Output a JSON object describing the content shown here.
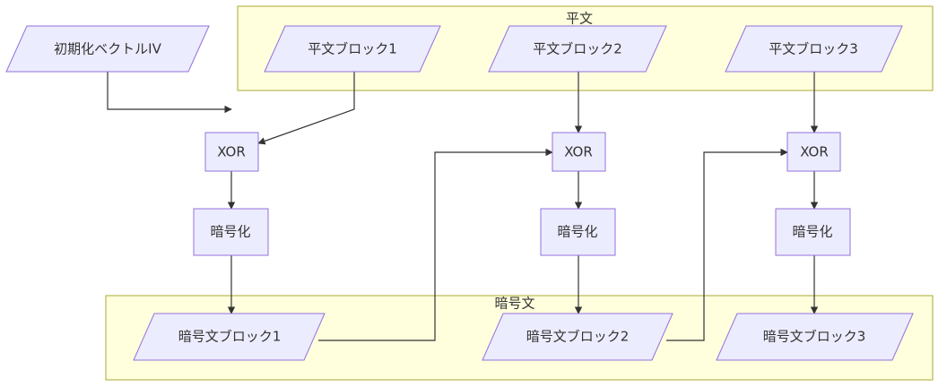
{
  "diagram": {
    "type": "flowchart",
    "clusters": {
      "plaintext": {
        "label": "平文"
      },
      "ciphertext": {
        "label": "暗号文"
      }
    },
    "nodes": {
      "iv": {
        "label": "初期化ベクトルIV",
        "shape": "parallelogram"
      },
      "p1": {
        "label": "平文ブロック1",
        "shape": "parallelogram"
      },
      "p2": {
        "label": "平文ブロック2",
        "shape": "parallelogram"
      },
      "p3": {
        "label": "平文ブロック3",
        "shape": "parallelogram"
      },
      "xor1": {
        "label": "XOR",
        "shape": "rect"
      },
      "xor2": {
        "label": "XOR",
        "shape": "rect"
      },
      "xor3": {
        "label": "XOR",
        "shape": "rect"
      },
      "enc1": {
        "label": "暗号化",
        "shape": "rect"
      },
      "enc2": {
        "label": "暗号化",
        "shape": "rect"
      },
      "enc3": {
        "label": "暗号化",
        "shape": "rect"
      },
      "c1": {
        "label": "暗号文ブロック1",
        "shape": "parallelogram"
      },
      "c2": {
        "label": "暗号文ブロック2",
        "shape": "parallelogram"
      },
      "c3": {
        "label": "暗号文ブロック3",
        "shape": "parallelogram"
      }
    },
    "edges": [
      {
        "from": "iv",
        "to": "xor1"
      },
      {
        "from": "p1",
        "to": "xor1"
      },
      {
        "from": "xor1",
        "to": "enc1"
      },
      {
        "from": "enc1",
        "to": "c1"
      },
      {
        "from": "c1",
        "to": "xor2"
      },
      {
        "from": "p2",
        "to": "xor2"
      },
      {
        "from": "xor2",
        "to": "enc2"
      },
      {
        "from": "enc2",
        "to": "c2"
      },
      {
        "from": "c2",
        "to": "xor3"
      },
      {
        "from": "p3",
        "to": "xor3"
      },
      {
        "from": "xor3",
        "to": "enc3"
      },
      {
        "from": "enc3",
        "to": "c3"
      }
    ],
    "colors": {
      "cluster_fill": "#ffffde",
      "cluster_stroke": "#aaaa33",
      "node_fill": "#ececff",
      "node_stroke": "#9370db",
      "edge": "#333333",
      "text": "#333333"
    }
  }
}
